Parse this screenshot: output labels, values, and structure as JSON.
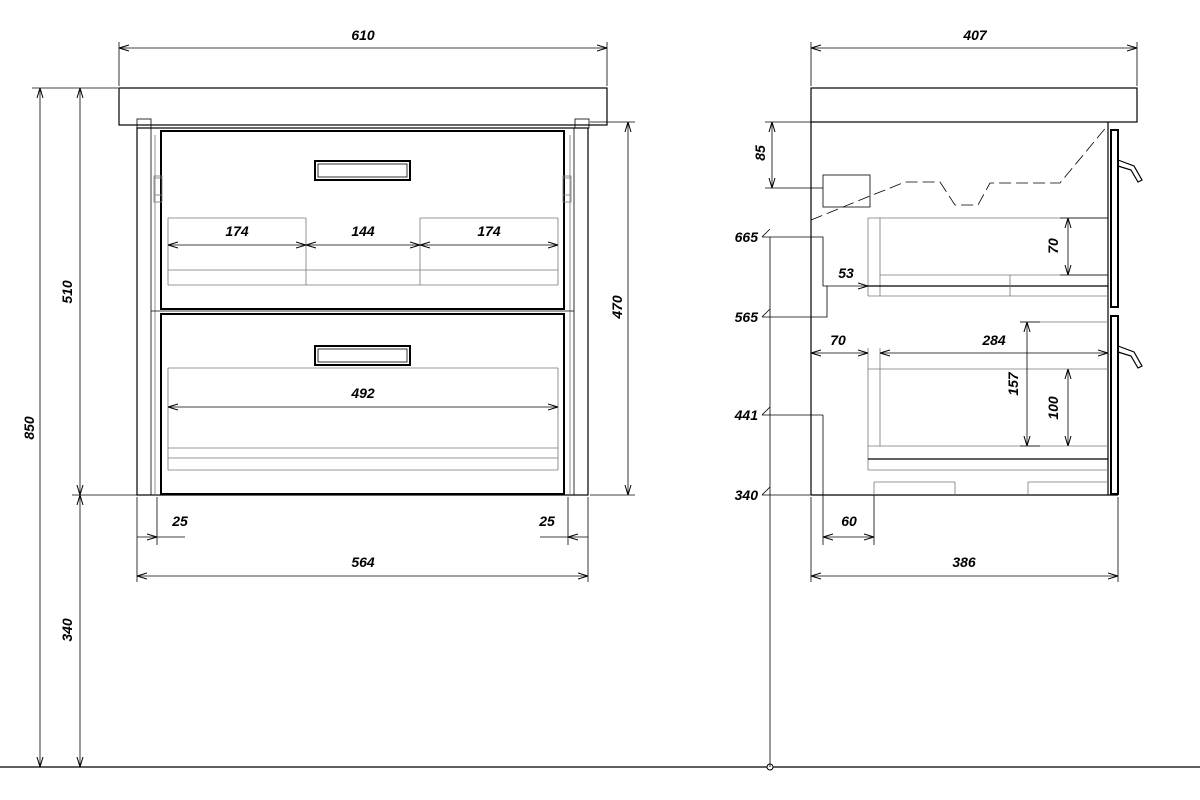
{
  "front_view": {
    "total_width": "610",
    "inner_width": "564",
    "total_height": "850",
    "body_height": "510",
    "floor_height": "340",
    "door_height": "470",
    "upper_section_left": "174",
    "upper_section_mid": "144",
    "upper_section_right": "174",
    "lower_section_width": "492",
    "side_gap_left": "25",
    "side_gap_right": "25"
  },
  "side_view": {
    "top_depth": "407",
    "body_depth": "386",
    "top_offset": "85",
    "level_upper": "665",
    "level_mid": "565",
    "level_lower": "441",
    "level_base": "340",
    "siphon_gap": "53",
    "upper_drawer_height": "70",
    "lower_drawer_offset": "70",
    "lower_drawer_depth": "284",
    "lower_drawer_height": "157",
    "lower_drawer_inner": "100",
    "bottom_offset": "60"
  }
}
